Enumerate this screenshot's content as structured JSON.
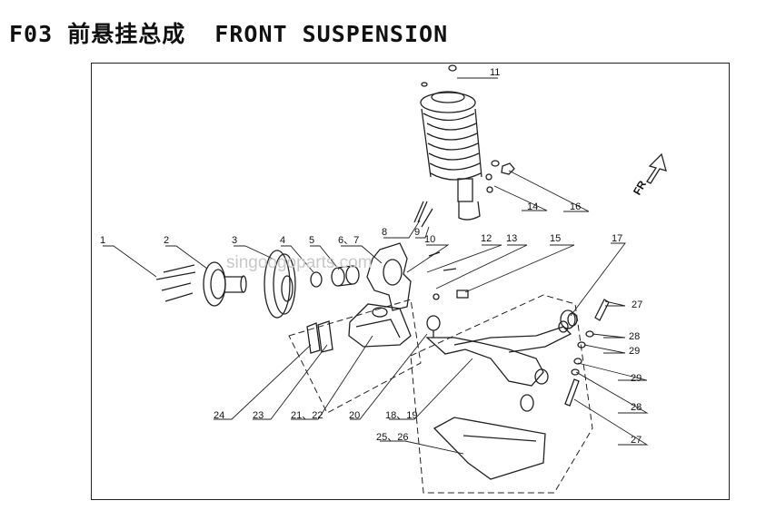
{
  "page": {
    "title": "F03 前悬挂总成  FRONT SUSPENSION",
    "watermark": "singoogoparts.com",
    "direction_marker": "FR"
  },
  "diagram": {
    "labels": [
      "1",
      "2",
      "3",
      "4",
      "5",
      "6、7",
      "8",
      "9",
      "10",
      "11",
      "12",
      "13",
      "14",
      "15",
      "16",
      "17",
      "18、19",
      "20",
      "21、22",
      "23",
      "24",
      "25、26",
      "27",
      "28",
      "29",
      "29",
      "28",
      "27"
    ]
  },
  "colors": {
    "ink": "#222222",
    "watermark": "#c8c8c8"
  }
}
